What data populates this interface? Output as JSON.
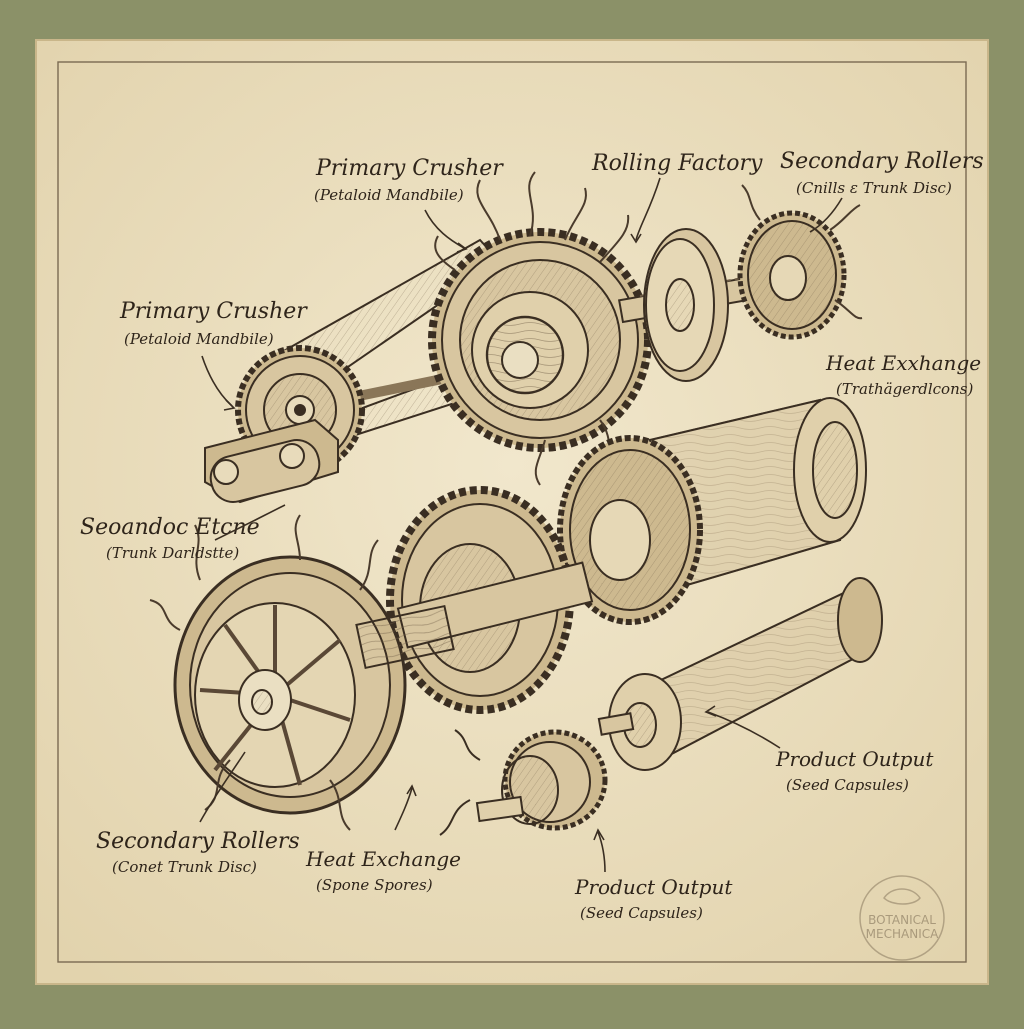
{
  "colors": {
    "frame": "#8b9168",
    "paper": "#ece1c4",
    "paper_edge": "#d9caa3",
    "ink": "#3a2e22",
    "ink_soft": "#6b5a44",
    "wood": "#d8c6a0",
    "wood_dark": "#b9a27a"
  },
  "labels": {
    "crusher_top": {
      "title": "Primary Crusher",
      "sub": "(Petaloid Mandbile)"
    },
    "rolling_factory": {
      "title": "Rolling Factory"
    },
    "rollers_top": {
      "title": "Secondary Rollers",
      "sub": "(Cnills ɛ Trunk Disc)"
    },
    "heat_right": {
      "title": "Heat Exxhange",
      "sub": "(Trathägerdlcons)"
    },
    "crusher_left": {
      "title": "Primary Crusher",
      "sub": "(Petaloid Mandbile)"
    },
    "secondary_left": {
      "title": "Seoandoc Etcne",
      "sub": "(Trunk Darldstte)"
    },
    "rollers_bottom": {
      "title": "Secondary Rollers",
      "sub": "(Conet Trunk Disc)"
    },
    "heat_bottom": {
      "title": "Heat Exchange",
      "sub": "(Spone Spores)"
    },
    "output_right": {
      "title": "Product Output",
      "sub": "(Seed Capsules)"
    },
    "output_bottom": {
      "title": "Product Output",
      "sub": "(Seed Capsules)"
    }
  },
  "stamp": {
    "line1": "BOTANICAL",
    "line2": "MECHANICA"
  }
}
